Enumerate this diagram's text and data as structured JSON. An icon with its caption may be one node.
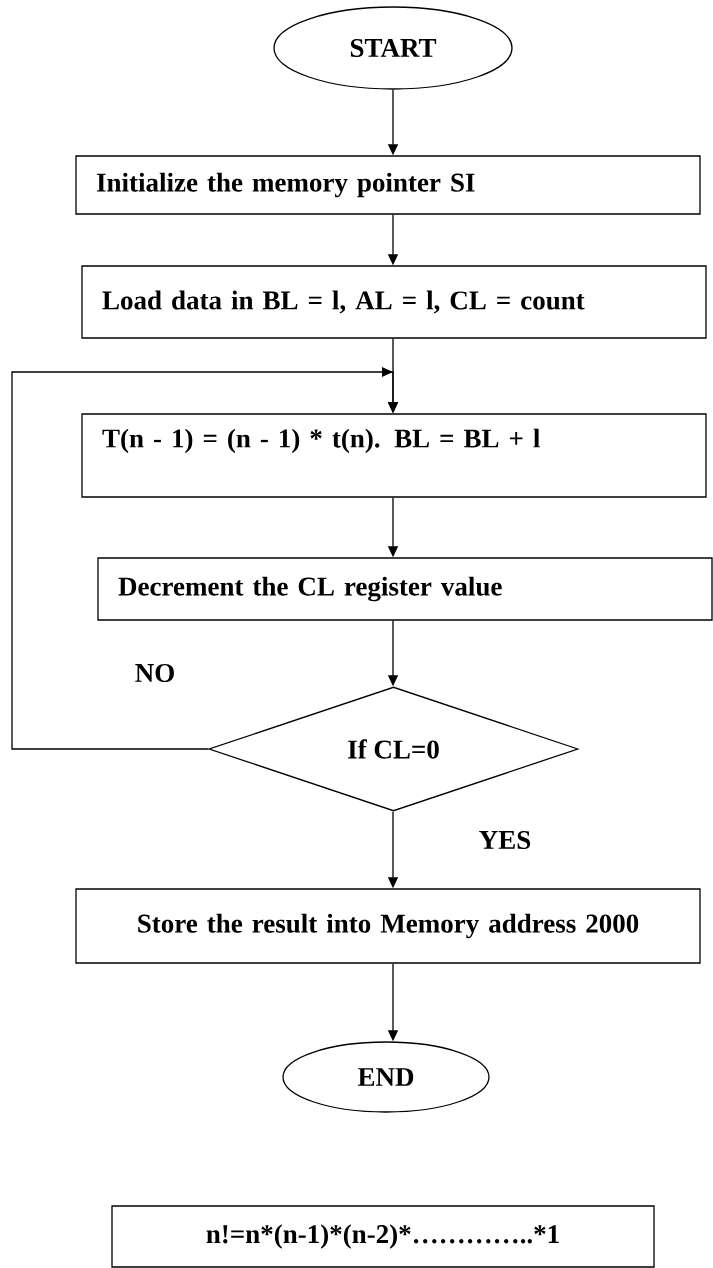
{
  "diagram": {
    "nodes": [
      {
        "text": [
          "START"
        ]
      },
      {
        "text": [
          "Initialize the memory pointer SI"
        ]
      },
      {
        "text": [
          "Load data in BL = l, AL = l, CL = count"
        ]
      },
      {
        "text": [
          "T(n - 1) = (n - 1) * t(n). BL = BL + l"
        ]
      },
      {
        "text": [
          "Decrement the CL register value"
        ]
      },
      {
        "text": [
          "If CL=0"
        ]
      },
      {
        "text": [
          "Store the result into Memory address 2000"
        ]
      },
      {
        "text": [
          "END"
        ]
      },
      {
        "text": [
          "n!=n*(n-1)*(n-2)*…………..*1"
        ]
      }
    ],
    "edges": [
      {
        "from": 0,
        "to": 1,
        "arrow": "to"
      },
      {
        "from": 1,
        "to": 2,
        "arrow": "to"
      },
      {
        "from": 2,
        "to": 3,
        "arrow": "to"
      },
      {
        "from": 3,
        "to": 4,
        "arrow": "to"
      },
      {
        "from": 4,
        "to": 5,
        "arrow": "to"
      },
      {
        "from": 5,
        "to": 6,
        "arrow": "to",
        "label": "YES"
      },
      {
        "from": 5,
        "to": 3,
        "arrow": "to",
        "label": "NO"
      },
      {
        "from": 6,
        "to": 7,
        "arrow": "to"
      }
    ]
  }
}
